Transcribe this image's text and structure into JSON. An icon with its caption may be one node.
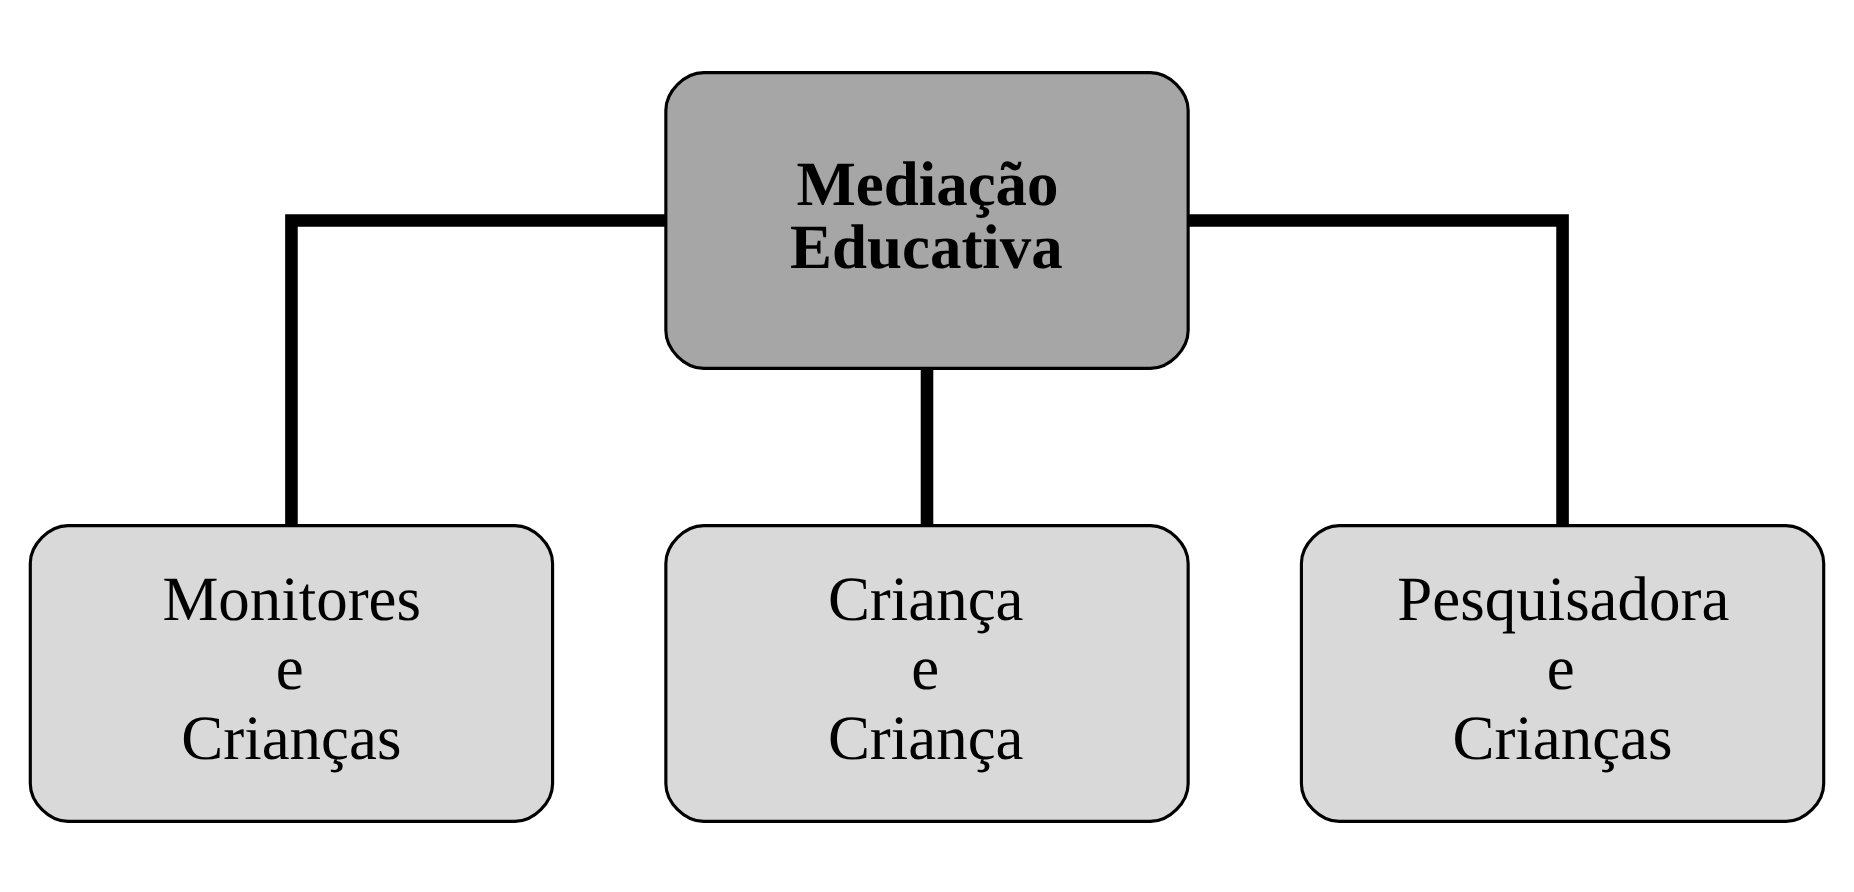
{
  "diagram": {
    "nodes": [
      {
        "text": [
          "Mediação Educativa"
        ]
      },
      {
        "text": [
          "Monitores e Crianças"
        ]
      },
      {
        "text": [
          "Criança e Criança"
        ]
      },
      {
        "text": [
          "Pesquisadora e Crianças"
        ]
      }
    ],
    "edges": [
      {
        "from": 0,
        "to": 1,
        "arrow": "none"
      },
      {
        "from": 0,
        "to": 2,
        "arrow": "none"
      },
      {
        "from": 0,
        "to": 3,
        "arrow": "none"
      }
    ]
  }
}
